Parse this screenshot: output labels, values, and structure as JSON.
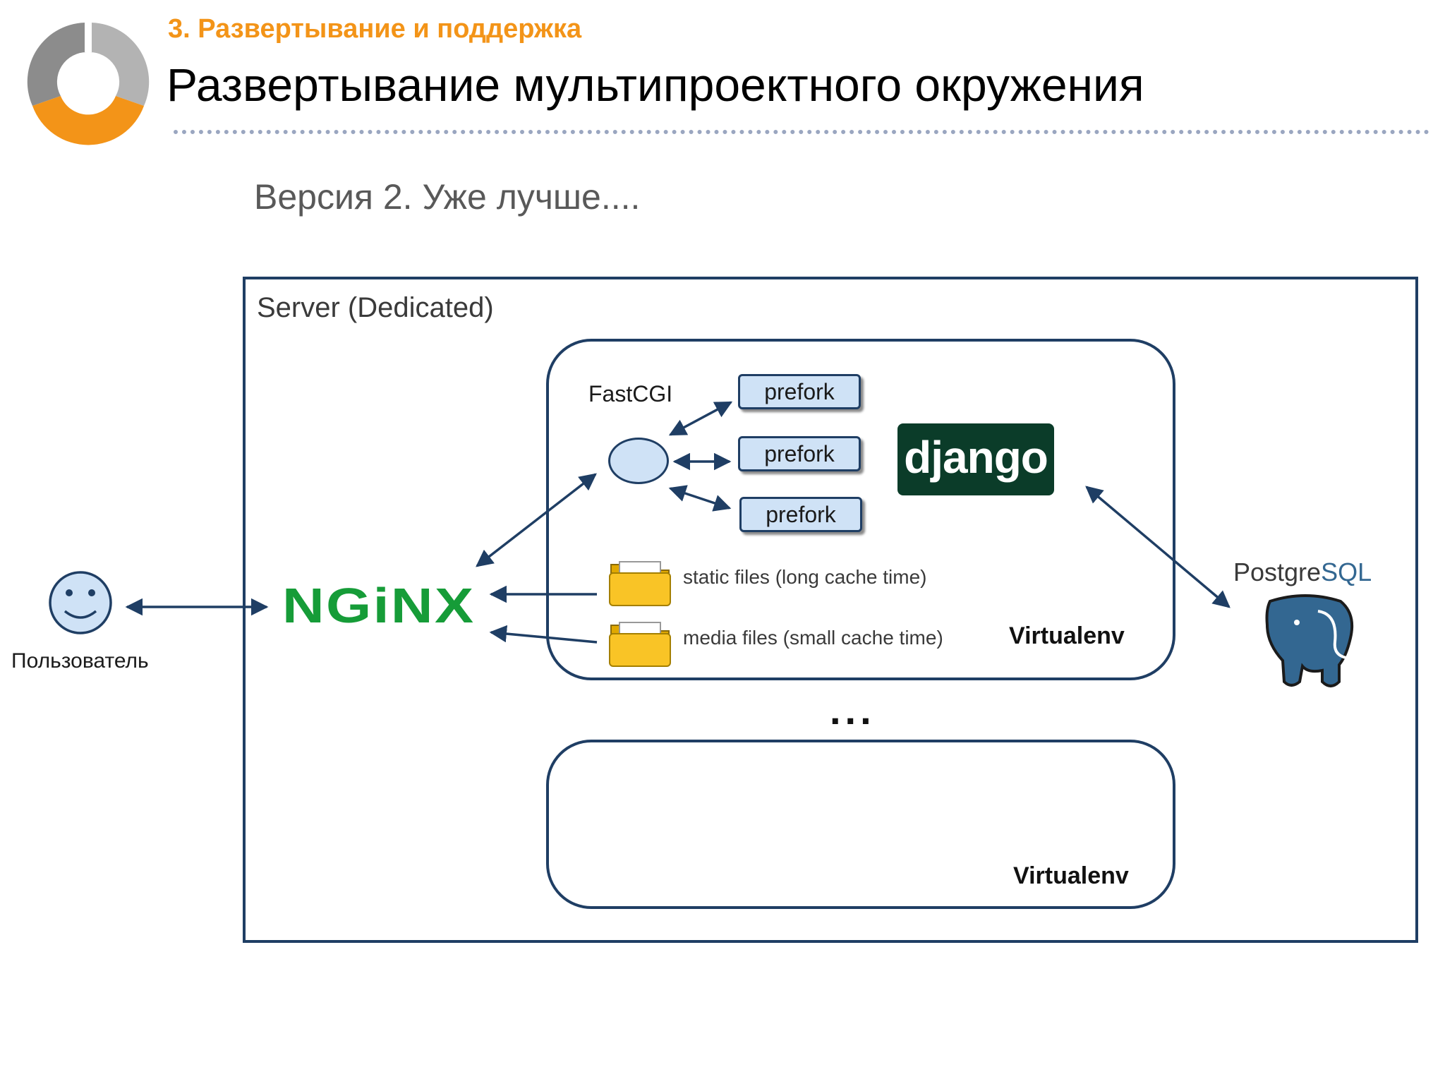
{
  "header": {
    "section": "3. Развертывание и поддержка",
    "title": "Развертывание мультипроектного окружения",
    "logo_icon": "ring-logo-icon",
    "accent_color": "#f39418"
  },
  "subtitle": "Версия 2. Уже лучше....",
  "diagram": {
    "server_label": "Server (Dedicated)",
    "user": {
      "icon": "smiley-icon",
      "label": "Пользователь"
    },
    "nginx": {
      "label": "NGiNX",
      "color": "#169c38"
    },
    "virtualenvs": [
      {
        "label": "Virtualenv",
        "fastcgi_label": "FastCGI",
        "workers": [
          "prefork",
          "prefork",
          "prefork"
        ],
        "framework": "django",
        "files": [
          {
            "icon": "folder-icon",
            "label": "static files (long cache time)"
          },
          {
            "icon": "folder-icon",
            "label": "media files (small cache time)"
          }
        ]
      },
      {
        "label": "Virtualenv"
      }
    ],
    "ellipsis": "...",
    "database": {
      "label_main": "Postgre",
      "label_accent": "SQL",
      "icon": "elephant-icon"
    },
    "line_color": "#1f3e64"
  }
}
